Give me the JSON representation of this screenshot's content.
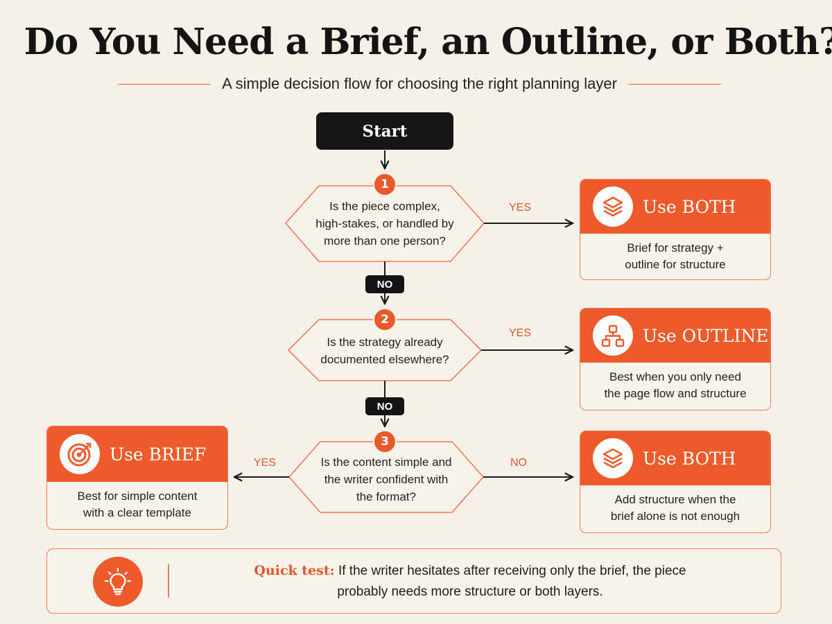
{
  "header": {
    "title": "Do You Need a Brief, an Outline, or Both?",
    "subtitle": "A simple decision flow for choosing the right planning layer"
  },
  "flow": {
    "start_label": "Start",
    "decisions": [
      {
        "number": "1",
        "lines": [
          "Is the piece complex,",
          "high-stakes, or handled by",
          "more than one person?"
        ]
      },
      {
        "number": "2",
        "lines": [
          "Is the strategy already",
          "documented elsewhere?"
        ]
      },
      {
        "number": "3",
        "lines": [
          "Is the content simple and",
          "the writer confident with",
          "the format?"
        ]
      }
    ],
    "edges": {
      "yes": "YES",
      "no": "NO"
    },
    "results": [
      {
        "title": "Use BOTH",
        "icon": "layers-icon",
        "lines": [
          "Brief for strategy +",
          "outline for structure"
        ]
      },
      {
        "title": "Use OUTLINE",
        "icon": "hierarchy-icon",
        "lines": [
          "Best when you only need",
          "the page flow and structure"
        ]
      },
      {
        "title": "Use BRIEF",
        "icon": "target-icon",
        "lines": [
          "Best for simple content",
          "with a clear template"
        ]
      },
      {
        "title": "Use BOTH",
        "icon": "layers-icon",
        "lines": [
          "Add structure when the",
          "brief alone is not enough"
        ]
      }
    ]
  },
  "tip": {
    "icon": "lightbulb-icon",
    "label": "Quick test:",
    "line1": "If the writer hesitates after receiving only the brief, the piece",
    "line2": "probably needs more structure or both layers."
  },
  "colors": {
    "accent": "#ee5a2b",
    "dark": "#141414",
    "background": "#f6f1e8"
  }
}
